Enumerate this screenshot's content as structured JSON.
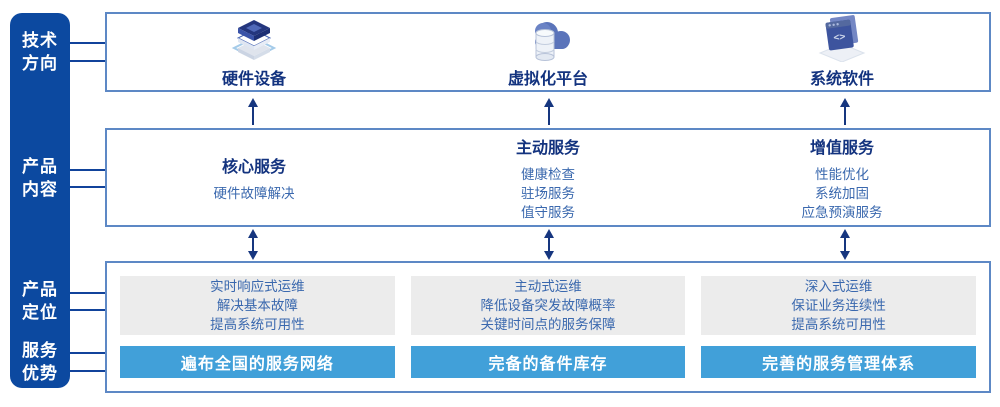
{
  "colors": {
    "sidebar_blue": "#0c49a0",
    "box_border_blue": "#5d88c5",
    "title_navy": "#13337f",
    "body_blue": "#3a68ae",
    "gray_panel": "#ececec",
    "advantage_bar_blue": "#41a0d9",
    "arrow_navy": "#16367f"
  },
  "sidebar": {
    "items": [
      {
        "label": "技术\n方向"
      },
      {
        "label": "产品\n内容"
      },
      {
        "label": "产品\n定位"
      },
      {
        "label": "服务\n优势"
      }
    ]
  },
  "tech_row": {
    "items": [
      {
        "icon": "server-stack-icon",
        "label": "硬件设备"
      },
      {
        "icon": "cloud-database-icon",
        "label": "虚拟化平台"
      },
      {
        "icon": "code-window-icon",
        "label": "系统软件"
      }
    ]
  },
  "content_row": {
    "columns": [
      {
        "title": "核心服务",
        "items": [
          "硬件故障解决"
        ]
      },
      {
        "title": "主动服务",
        "items": [
          "健康检查",
          "驻场服务",
          "值守服务"
        ]
      },
      {
        "title": "增值服务",
        "items": [
          "性能优化",
          "系统加固",
          "应急预演服务"
        ]
      }
    ]
  },
  "bottom_row": {
    "columns": [
      {
        "positioning": [
          "实时响应式运维",
          "解决基本故障",
          "提高系统可用性"
        ],
        "advantage": "遍布全国的服务网络"
      },
      {
        "positioning": [
          "主动式运维",
          "降低设备突发故障概率",
          "关键时间点的服务保障"
        ],
        "advantage": "完备的备件库存"
      },
      {
        "positioning": [
          "深入式运维",
          "保证业务连续性",
          "提高系统可用性"
        ],
        "advantage": "完善的服务管理体系"
      }
    ]
  }
}
